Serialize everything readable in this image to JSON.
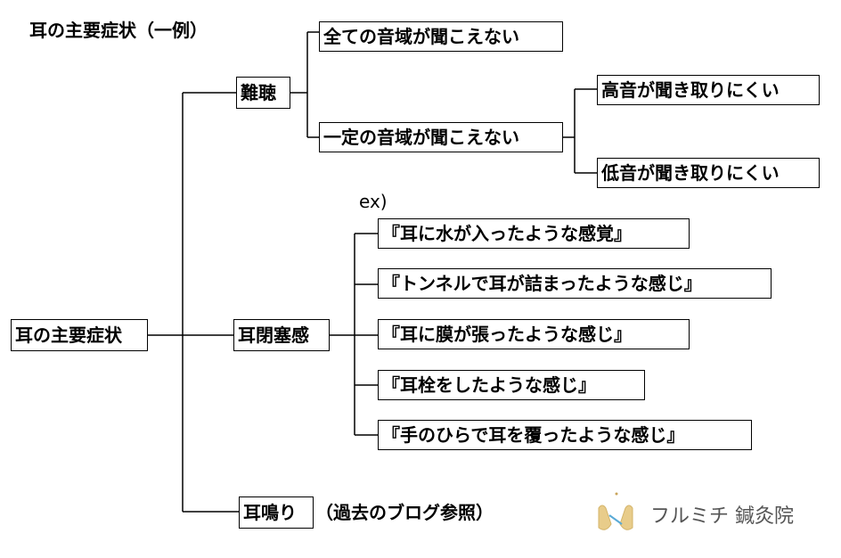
{
  "title": "耳の主要症状（一例）",
  "root": "耳の主要症状",
  "nanchou": {
    "label": "難聴",
    "children": [
      "全ての音域が聞こえない",
      "一定の音域が聞こえない"
    ],
    "grandchildren": [
      "高音が聞き取りにくい",
      "低音が聞き取りにくい"
    ]
  },
  "heisoku": {
    "label": "耳閉塞感",
    "ex_label": "ex)",
    "examples": [
      "『耳に水が入ったような感覚』",
      "『トンネルで耳が詰まったような感じ』",
      "『耳に膜が張ったような感じ』",
      "『耳栓をしたような感じ』",
      "『手のひらで耳を覆ったような感じ』"
    ]
  },
  "meiri": {
    "label": "耳鳴り",
    "note": "（過去のブログ参照）"
  },
  "logo": {
    "text": "フルミチ 鍼灸院",
    "icon": "hands-logo-icon"
  }
}
